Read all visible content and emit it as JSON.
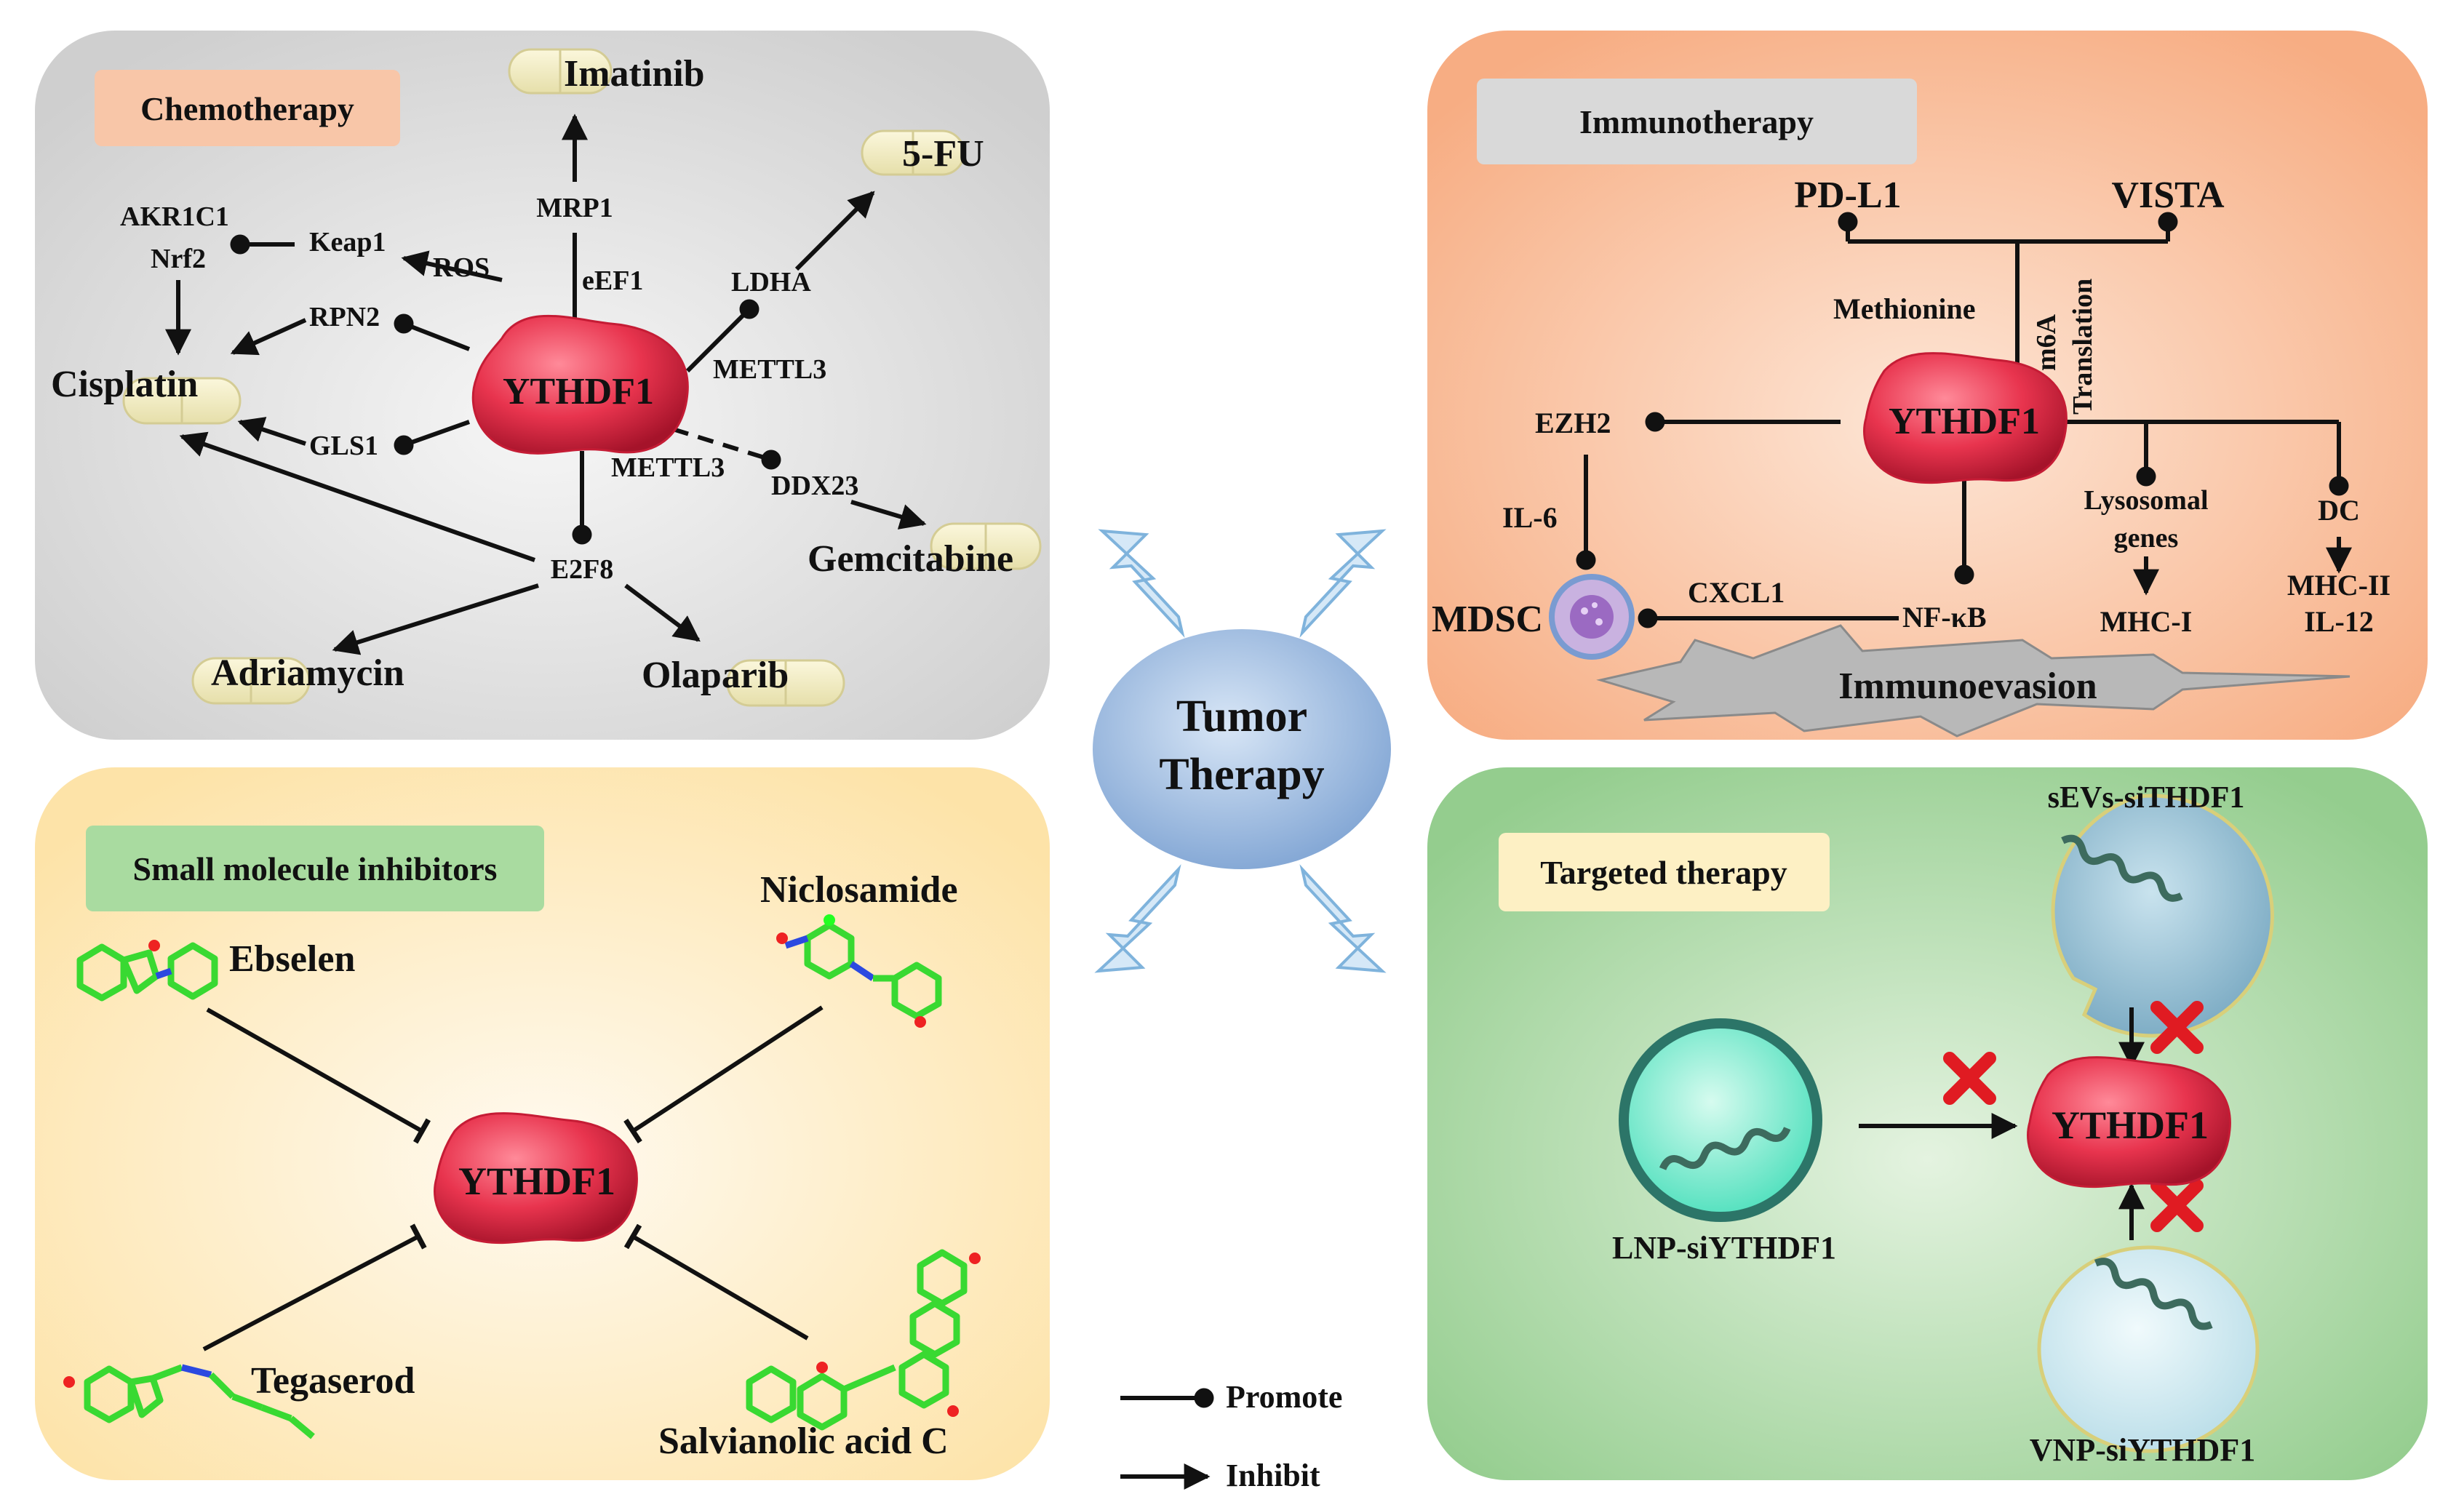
{
  "center": {
    "line1": "Tumor",
    "line2": "Therapy"
  },
  "legend": {
    "promote": "Promote",
    "inhibit": "Inhibit"
  },
  "chemotherapy": {
    "title": "Chemotherapy",
    "hub": "YTHDF1",
    "labels": {
      "imatinib": "Imatinib",
      "fivefu": "5-FU",
      "akr1c1": "AKR1C1",
      "nrf2": "Nrf2",
      "keap1": "Keap1",
      "ros": "ROS",
      "mrp1": "MRP1",
      "eef1": "eEF1",
      "ldha": "LDHA",
      "rpn2": "RPN2",
      "cisplatin": "Cisplatin",
      "mettl3_a": "METTL3",
      "gls1": "GLS1",
      "mettl3_b": "METTL3",
      "ddx23": "DDX23",
      "gemcitabine": "Gemcitabine",
      "e2f8": "E2F8",
      "adriamycin": "Adriamycin",
      "olaparib": "Olaparib"
    }
  },
  "immunotherapy": {
    "title": "Immunotherapy",
    "hub": "YTHDF1",
    "labels": {
      "pdl1": "PD-L1",
      "vista": "VISTA",
      "methionine": "Methionine",
      "m6a": "m6A",
      "translation": "Translation",
      "ezh2": "EZH2",
      "il6": "IL-6",
      "mdsc": "MDSC",
      "cxcl1": "CXCL1",
      "nfkb": "NF-κB",
      "lyso1": "Lysosomal",
      "lyso2": "genes",
      "mhc1": "MHC-I",
      "dc": "DC",
      "mhc2": "MHC-II",
      "il12": "IL-12",
      "immunoevasion": "Immunoevasion"
    }
  },
  "small_molecule": {
    "title": "Small molecule inhibitors",
    "hub": "YTHDF1",
    "labels": {
      "ebselen": "Ebselen",
      "niclosamide": "Niclosamide",
      "tegaserod": "Tegaserod",
      "salvianolic": "Salvianolic acid C"
    }
  },
  "targeted": {
    "title": "Targeted therapy",
    "hub": "YTHDF1",
    "labels": {
      "sevs": "sEVs-siTHDF1",
      "lnp": "LNP-siYTHDF1",
      "vnp": "VNP-siYTHDF1"
    }
  },
  "colors": {
    "chemo_bg": "#d9d9d9",
    "immuno_bg": "#f7b590",
    "small_bg": "#fde9b8",
    "targeted_bg": "#9fd39a",
    "ythdf1": "#e8344e",
    "center": "#9dbde3",
    "red_x": "#e01b22",
    "arrow": "#a9d2ef"
  }
}
